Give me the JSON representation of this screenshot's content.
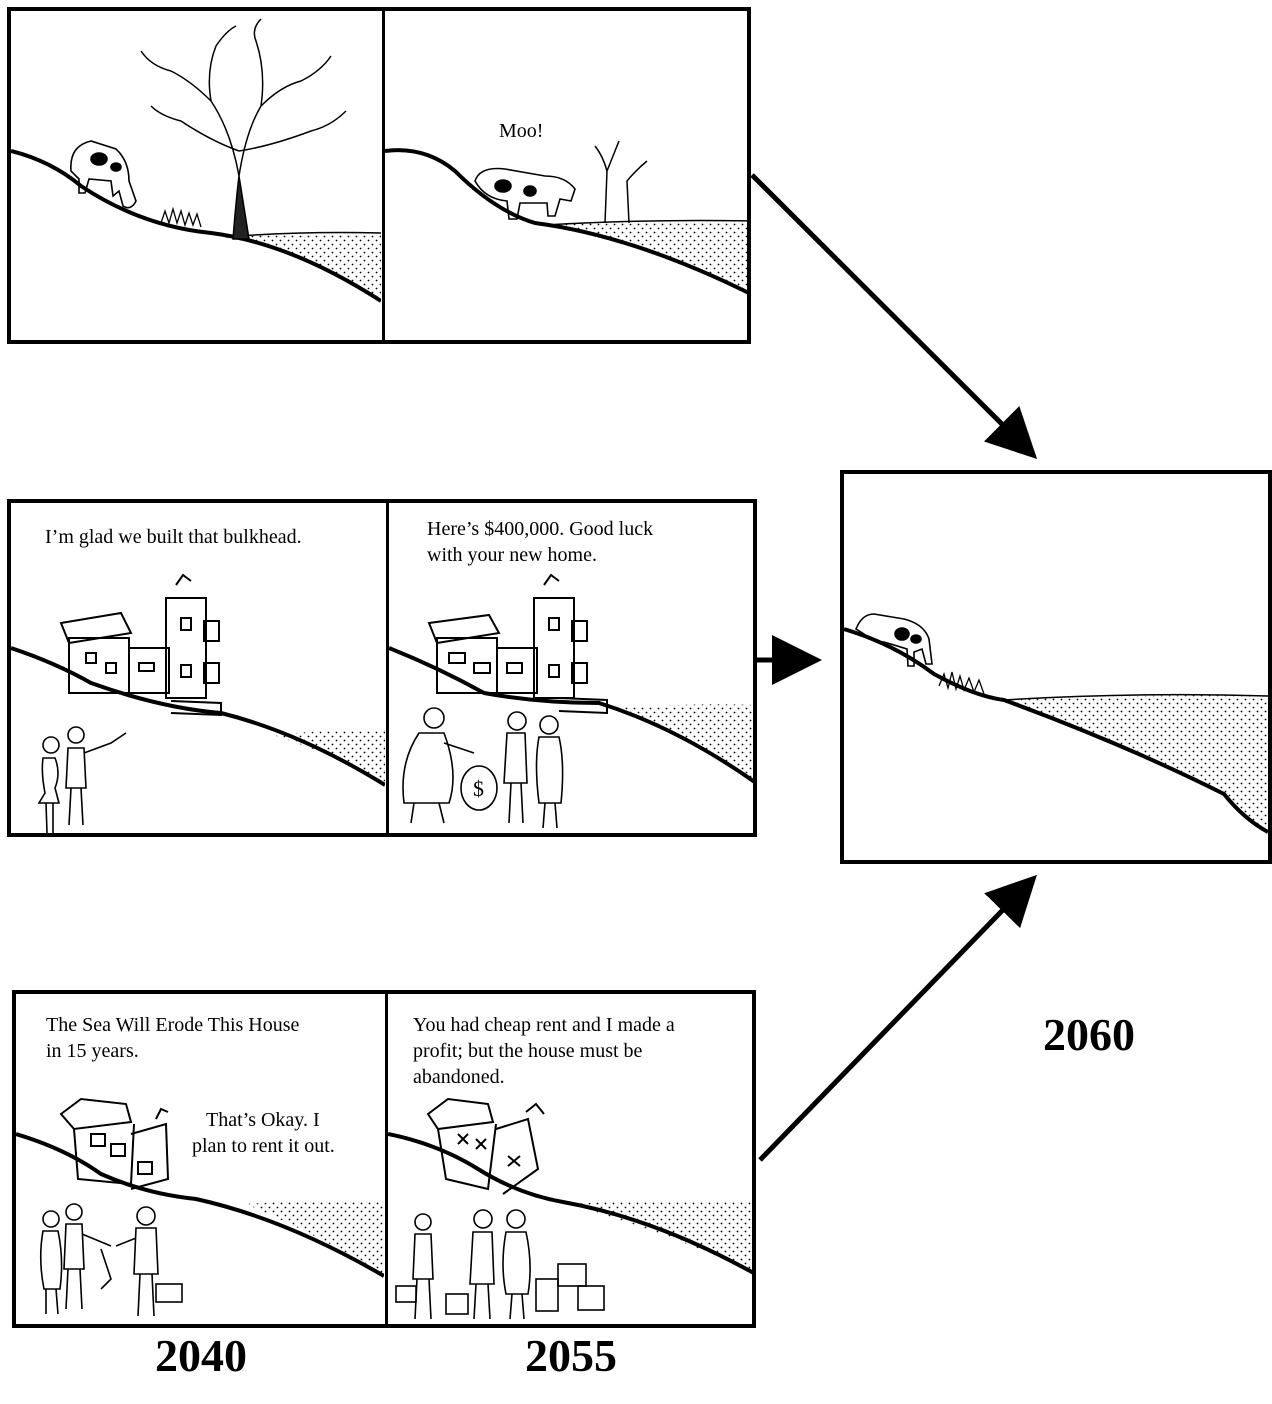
{
  "rows": {
    "top": {
      "panel_a": {
        "caption": ""
      },
      "panel_b": {
        "caption": "Moo!"
      }
    },
    "middle": {
      "panel_a": {
        "caption": "I’m glad we built that bulkhead."
      },
      "panel_b": {
        "caption_line1": "Here’s $400,000.  Good luck",
        "caption_line2": "with your new home."
      }
    },
    "bottom": {
      "panel_a": {
        "caption_line1": "The Sea Will Erode This House",
        "caption_line2": "in 15 years.",
        "reply_line1": "That’s Okay. I",
        "reply_line2": "plan to rent it out."
      },
      "panel_b": {
        "caption_line1": "You had cheap rent and I made a",
        "caption_line2": "profit; but the house must be",
        "caption_line3": "abandoned."
      }
    }
  },
  "result_panel": {
    "caption": ""
  },
  "money_bag_label": "$",
  "years": {
    "y2040": "2040",
    "y2055": "2055",
    "y2060": "2060"
  }
}
